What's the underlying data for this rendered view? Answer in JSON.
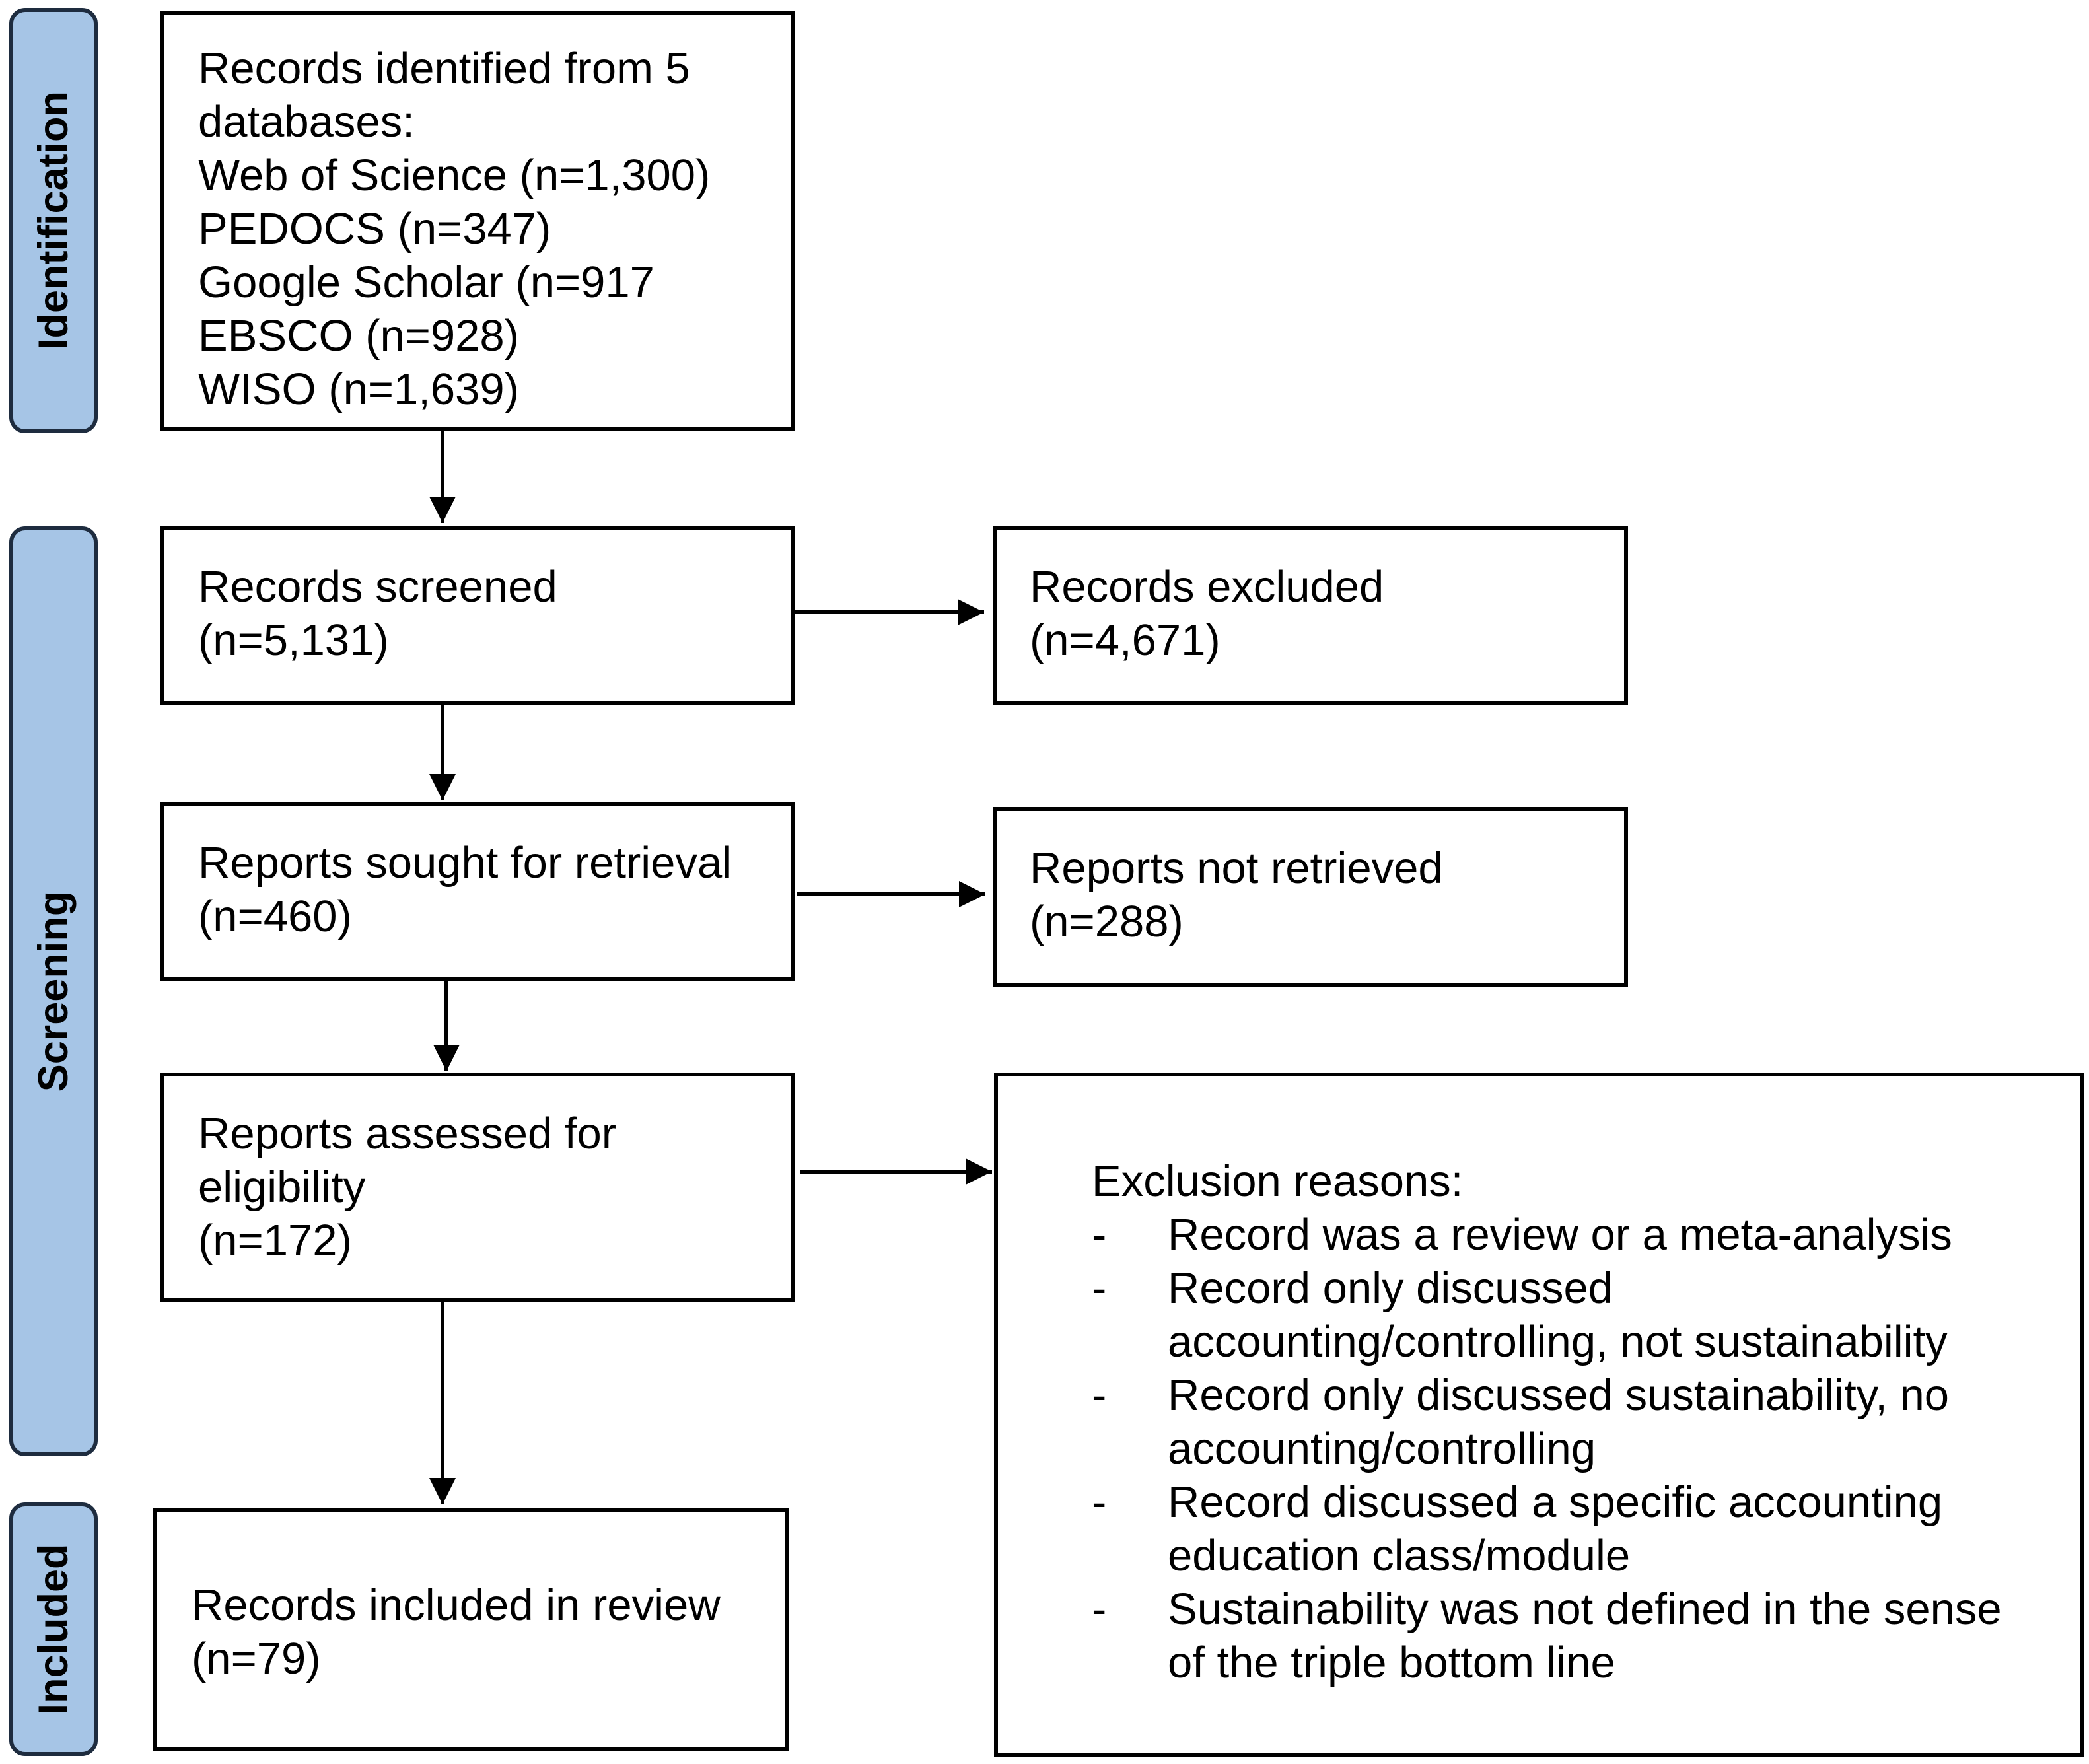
{
  "stages": {
    "identification": "Identification",
    "screening": "Screening",
    "included": "Included"
  },
  "boxes": {
    "identified": {
      "lines": [
        "Records identified from 5",
        "databases:",
        "Web of Science (n=1,300)",
        "PEDOCS (n=347)",
        "Google Scholar (n=917",
        "EBSCO (n=928)",
        "WISO (n=1,639)"
      ]
    },
    "screened": {
      "lines": [
        "Records screened",
        "(n=5,131)"
      ]
    },
    "excluded": {
      "lines": [
        "Records excluded",
        "(n=4,671)"
      ]
    },
    "sought": {
      "lines": [
        "Reports sought for retrieval",
        "(n=460)"
      ]
    },
    "not_retrieved": {
      "lines": [
        "Reports not retrieved",
        "(n=288)"
      ]
    },
    "assessed": {
      "lines": [
        "Reports assessed for",
        "eligibility",
        "(n=172)"
      ]
    },
    "included": {
      "lines": [
        "Records included in review",
        "(n=79)"
      ]
    },
    "exclusion_reasons": {
      "title": "Exclusion reasons:",
      "items": [
        {
          "dash": "-",
          "lines": [
            "Record was a review or a meta-analysis"
          ]
        },
        {
          "dash": "-",
          "lines": [
            "Record only discussed",
            "accounting/controlling, not sustainability"
          ]
        },
        {
          "dash": "-",
          "lines": [
            "Record only discussed sustainability, no",
            "accounting/controlling"
          ]
        },
        {
          "dash": "-",
          "lines": [
            "Record discussed a specific accounting",
            "education class/module"
          ]
        },
        {
          "dash": "-",
          "lines": [
            "Sustainability was not defined in the sense",
            "of the triple bottom line"
          ]
        }
      ]
    }
  },
  "colors": {
    "stage_fill": "#a6c5e6",
    "stage_border": "#1e2c3f",
    "box_border": "#000000"
  }
}
